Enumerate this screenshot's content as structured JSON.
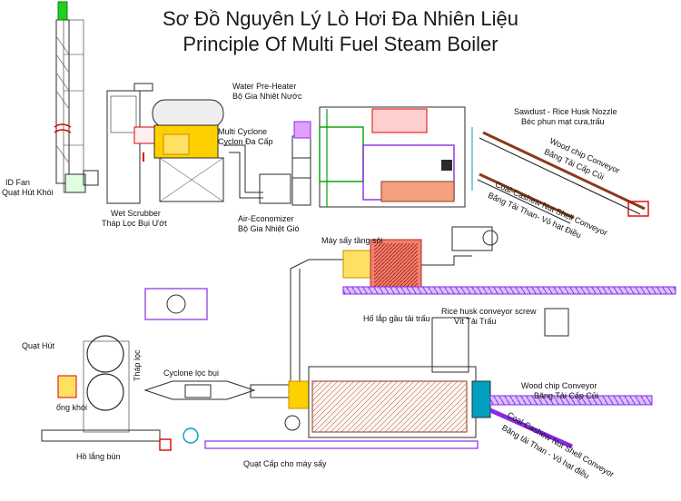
{
  "title": {
    "vi": "Sơ Đồ Nguyên Lý Lò Hơi Đa Nhiên Liệu",
    "en": "Principle  Of Multi Fuel Steam Boiler"
  },
  "labels": {
    "id_fan_en": "ID Fan",
    "id_fan_vi": "Quạt Hút Khói",
    "wet_scrubber_en": "Wet Scrubber",
    "wet_scrubber_vi": "Tháp Lọc Bụi Ướt",
    "water_preheater_en": "Water Pre-Heater",
    "water_preheater_vi": "Bộ Gia Nhiệt Nước",
    "multi_cyclone_en": "Multi Cyclone",
    "multi_cyclone_vi": "Cyclon Đa Cấp",
    "air_economizer_en": "Air-Economizer",
    "air_economizer_vi": "Bộ Gia Nhiệt Gió",
    "sawdust_nozzle_en": "Sawdust - Rice Husk Nozzle",
    "sawdust_nozzle_vi": "Béc phun mạt cưa,trấu",
    "woodchip_top_en": "Wood chip Conveyor",
    "woodchip_top_vi": "Băng Tải Cấp Củi",
    "coal_top_en": "Coal-Cashew Nut Shell Conveyor",
    "coal_top_vi": "Băng Tải Than- Vỏ hạt Điều",
    "dryer": "Máy sấy tầng sôi",
    "rice_screw_en": "Rice husk conveyor screw",
    "rice_screw_vi": "Vít Tải Trấu",
    "bucket_elevator": "Hố lắp gầu tải trấu",
    "quat_hut": "Quạt Hút",
    "thap_loc": "Tháp lọc",
    "ong_khoi": "ống khói",
    "cyclone_bui": "Cyclone lọc bụi",
    "ho_lang_bun": "Hồ lắng bùn",
    "quat_cap": "Quạt Cấp cho máy sấy",
    "woodchip_bottom_en": "Wood chip Conveyor",
    "woodchip_bottom_vi": "Băng Tải Cấp Củi",
    "coal_bottom_en": "Coal-Cashew Nut Shell Conveyor",
    "coal_bottom_vi": "Băng tải Than - Vỏ hạt điều"
  },
  "colors": {
    "line": "#2b2b2b",
    "purple": "#8a2be2",
    "magenta": "#e000e0",
    "green": "#00a000",
    "red": "#e00000",
    "yellow": "#f0d000",
    "brown": "#8b3a1a",
    "cyan": "#00a0c0",
    "orange": "#e08000"
  }
}
